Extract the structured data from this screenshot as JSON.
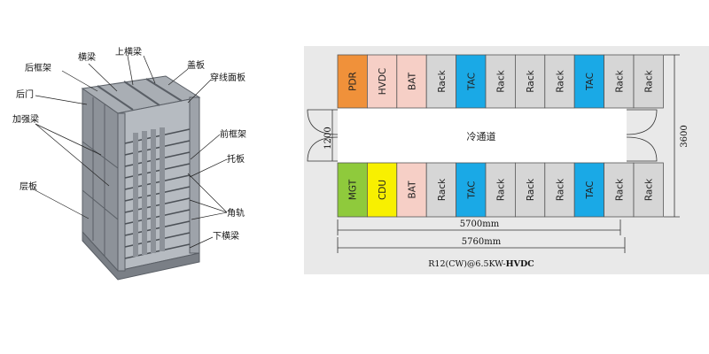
{
  "rack_labels": {
    "rear_frame": "后框架",
    "beam": "横梁",
    "upper_beam": "上横梁",
    "cover_plate": "盖板",
    "cable_panel": "穿线面板",
    "rear_door": "后门",
    "reinforce_beam": "加强梁",
    "front_frame": "前框架",
    "tray": "托板",
    "shelf": "层板",
    "angle_rail": "角轨",
    "lower_beam": "下横梁"
  },
  "layout": {
    "top_row": [
      "PDR",
      "HVDC",
      "BAT",
      "Rack",
      "TAC",
      "Rack",
      "Rack",
      "Rack",
      "TAC",
      "Rack",
      "Rack"
    ],
    "bottom_row": [
      "MGT",
      "CDU",
      "BAT",
      "Rack",
      "TAC",
      "Rack",
      "Rack",
      "Rack",
      "TAC",
      "Rack",
      "Rack"
    ],
    "aisle_label": "冷通道",
    "width_left": "1200",
    "height_right": "3600",
    "dim_inner": "5700mm",
    "dim_outer": "5760mm",
    "caption_prefix": "R12(CW)@6.5KW-",
    "caption_bold": "HVDC"
  },
  "colors": {
    "PDR": "#f0913a",
    "HVDC": "#f6cfc6",
    "BAT": "#f6cfc6",
    "Rack": "#d6d6d6",
    "TAC": "#1aa9e6",
    "MGT": "#8fca3c",
    "CDU": "#f8f000",
    "aisle": "#ffffff",
    "panel_bg": "#e9e9e9",
    "aisle_text": "#2fb06a"
  }
}
